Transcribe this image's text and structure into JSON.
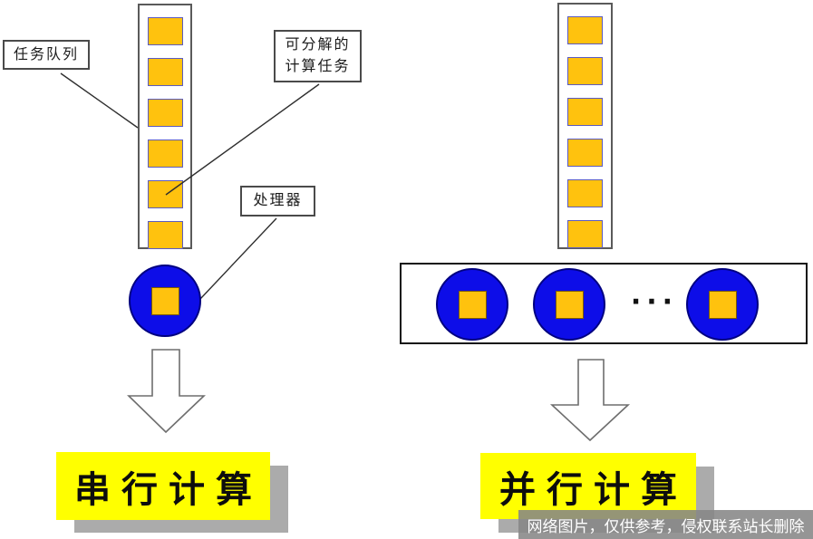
{
  "annotations": {
    "task_queue": "任务队列",
    "decomposable_line1": "可分解的",
    "decomposable_line2": "计算任务",
    "processor": "处理器"
  },
  "queues": {
    "left_task_count": 6,
    "right_task_count": 6
  },
  "parallel_row": {
    "visible_processor_count": 3,
    "ellipsis": "···"
  },
  "results": {
    "serial": "串行计算",
    "parallel": "并行计算"
  },
  "watermark": {
    "text": "网络图片，仅供参考，侵权联系站长删除"
  },
  "colors": {
    "task_fill": "#FFC20E",
    "task_border": "#5B5BC0",
    "processor_fill": "#0D0DE8",
    "processor_border": "#000080",
    "highlight_yellow": "#FFFF00",
    "shadow_gray": "#ABABAB",
    "watermark_bg": "#868686",
    "watermark_text": "#FFFFFF"
  }
}
